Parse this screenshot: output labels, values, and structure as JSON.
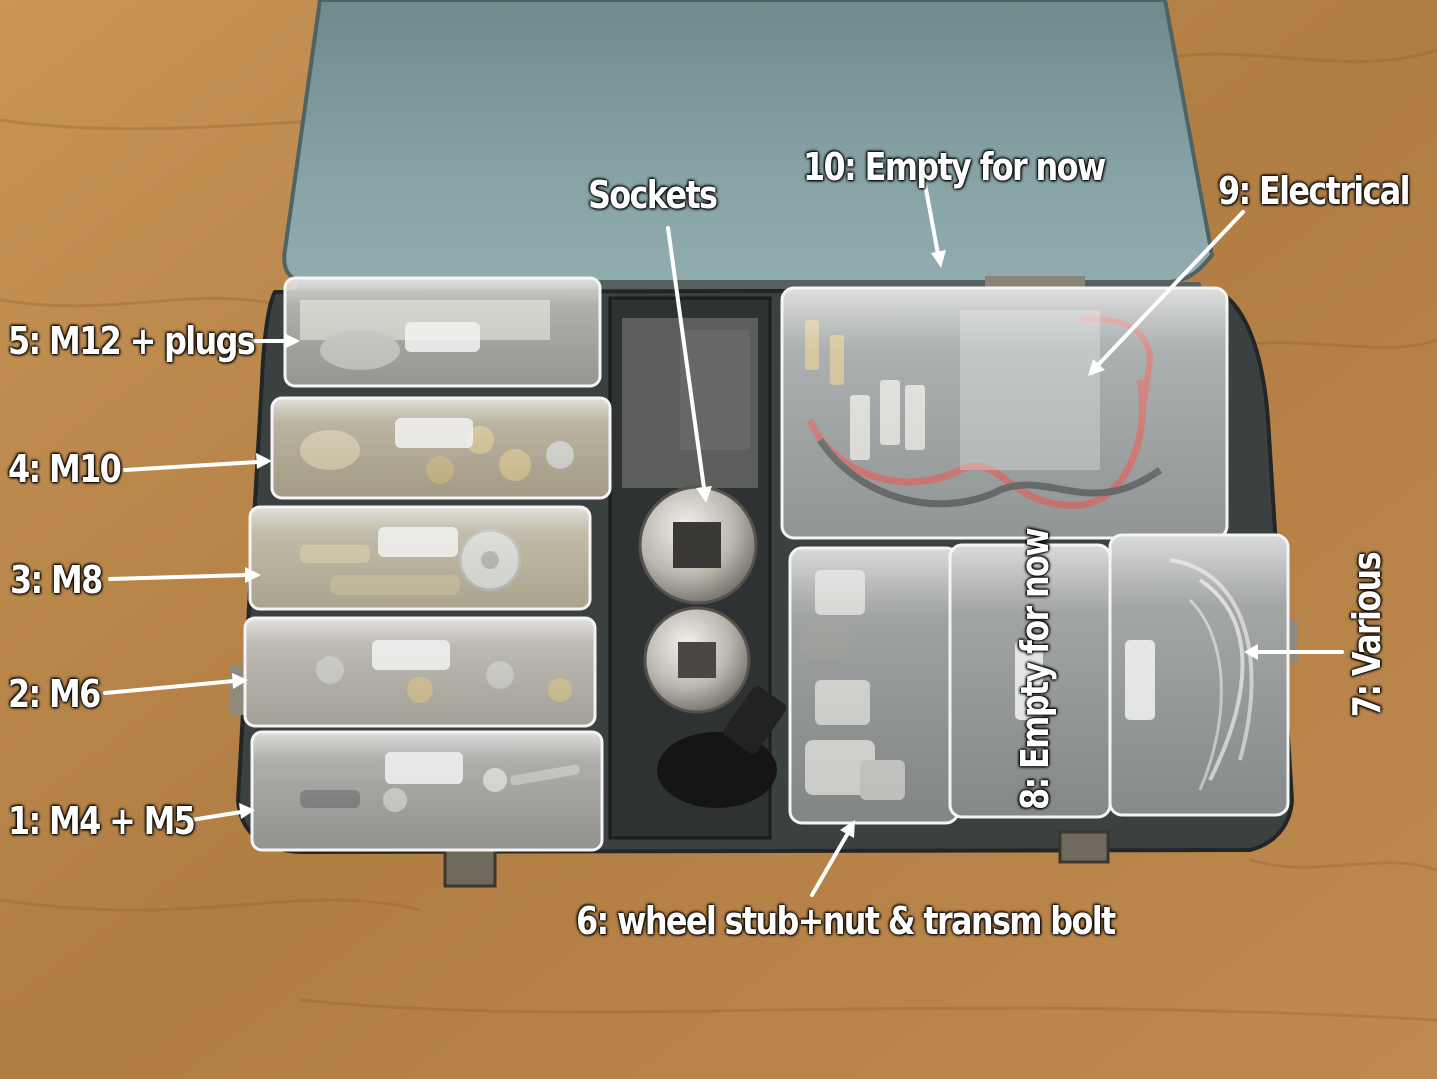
{
  "labels": {
    "bin1": "1: M4 + M5",
    "bin2": "2: M6",
    "bin3": "3: M8",
    "bin4": "4: M10",
    "bin5": "5: M12 + plugs",
    "bin6": "6: wheel stub+nut & transm bolt",
    "bin7": "7: Various",
    "bin8": "8: Empty for now",
    "bin9": "9: Electrical",
    "bin10": "10: Empty for now",
    "sockets": "Sockets"
  },
  "colors": {
    "table_wood": "#b8864a",
    "lid_blue_gray": "#7d9a9d",
    "tray_dark": "#3c4142",
    "label_text": "#ffffff",
    "wire_red": "#c8241c"
  }
}
